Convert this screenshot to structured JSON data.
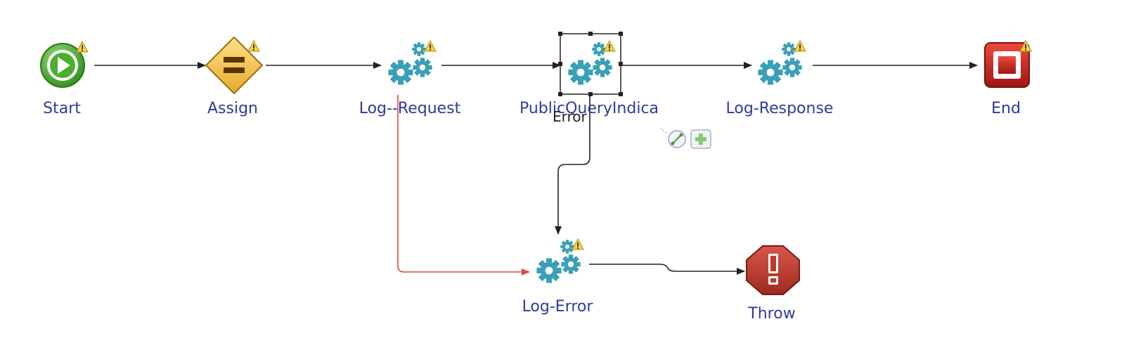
{
  "diagram": {
    "nodes": {
      "start": {
        "label": "Start",
        "type": "start-event"
      },
      "assign": {
        "label": "Assign",
        "type": "assign-gateway"
      },
      "log_request": {
        "label": "Log--Request",
        "type": "service-task"
      },
      "public_query": {
        "label": "PublicQueryIndica",
        "type": "service-task",
        "selected": true
      },
      "log_response": {
        "label": "Log-Response",
        "type": "service-task"
      },
      "end": {
        "label": "End",
        "type": "end-event"
      },
      "log_error": {
        "label": "Log-Error",
        "type": "service-task"
      },
      "throw": {
        "label": "Throw",
        "type": "error-throw"
      }
    },
    "edges": [
      {
        "from": "start",
        "to": "assign"
      },
      {
        "from": "assign",
        "to": "log_request"
      },
      {
        "from": "log_request",
        "to": "public_query"
      },
      {
        "from": "public_query",
        "to": "log_response"
      },
      {
        "from": "log_response",
        "to": "end"
      },
      {
        "from": "public_query",
        "to": "log_error",
        "label": "Error"
      },
      {
        "from": "log_request",
        "to": "log_error",
        "color": "#e8453c"
      },
      {
        "from": "log_error",
        "to": "throw"
      }
    ],
    "colors": {
      "label": "#2f3b9c",
      "edge": "#222222",
      "error_edge": "#e8453c",
      "gear": "#3a9fb8",
      "start": "#4cae2e",
      "assign": "#f0c33c",
      "end": "#c8201e",
      "throw": "#c0392b",
      "warning": "#f4d24a"
    },
    "icons": [
      "play-icon",
      "equals-icon",
      "gears-icon",
      "stop-icon",
      "exclamation-icon",
      "warning-icon",
      "connect-icon",
      "add-icon"
    ]
  }
}
